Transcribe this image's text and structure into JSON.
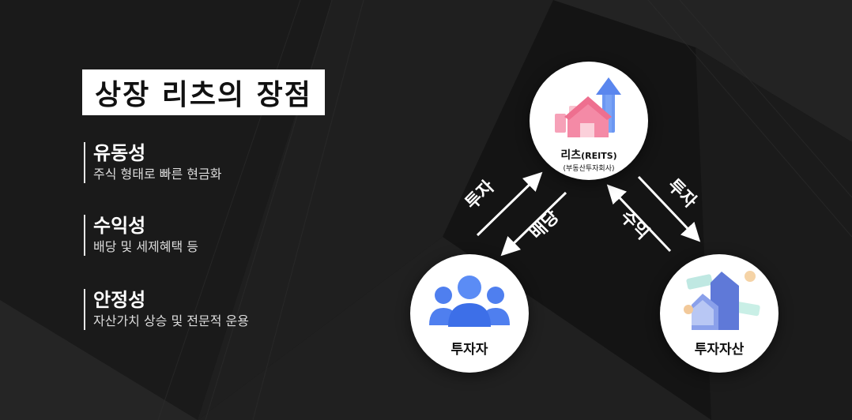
{
  "title": "상장 리츠의 장점",
  "features": [
    {
      "heading": "유동성",
      "description": "주식 형태로 빠른 현금화"
    },
    {
      "heading": "수익성",
      "description": "배당 및 세제혜택 등"
    },
    {
      "heading": "안정성",
      "description": "자산가치 상승 및 전문적 운용"
    }
  ],
  "diagram": {
    "reits": {
      "label": "리츠",
      "label_suffix": "(REITS)",
      "sublabel": "(부동산투자회사)"
    },
    "investor": {
      "label": "투자자"
    },
    "asset": {
      "label": "투자자산"
    },
    "arrows": {
      "investor_to_reits": "투자",
      "reits_to_investor": "배당",
      "reits_to_asset": "투자",
      "asset_to_reits": "수익"
    }
  },
  "colors": {
    "background": "#141414",
    "accent_blue": "#3d6fe8",
    "accent_pink": "#f07a9a"
  }
}
